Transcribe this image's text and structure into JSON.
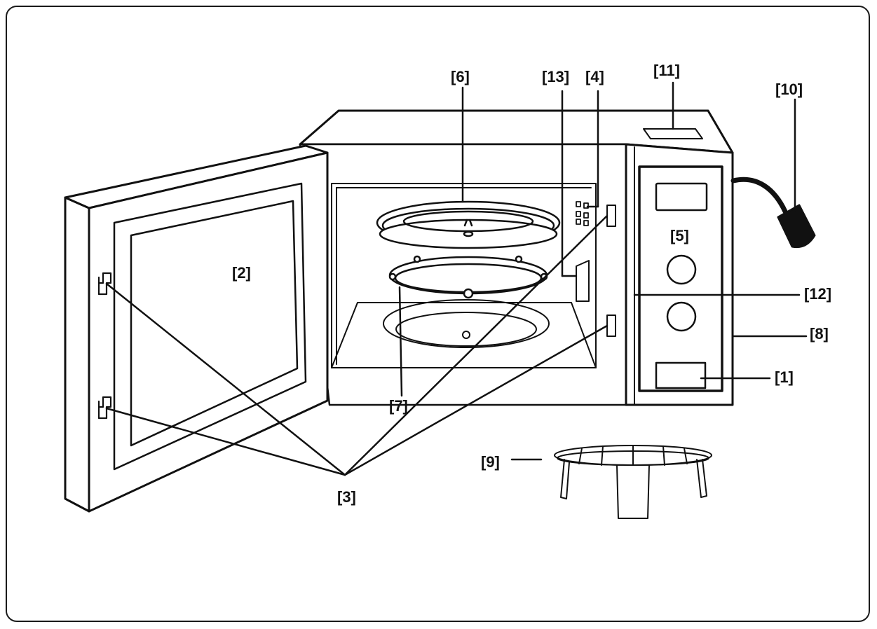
{
  "colors": {
    "ink": "#111111",
    "background": "#ffffff"
  },
  "labels": {
    "control_panel_button": "[1]",
    "door_window": "[2]",
    "door_latches": "[3]",
    "safety_interlock": "[4]",
    "control_panel": "[5]",
    "turntable": "[6]",
    "roller_ring": "[7]",
    "casing": "[8]",
    "grill_rack": "[9]",
    "power_cord": "[10]",
    "vent": "[11]",
    "front_frame": "[12]",
    "waveguide_cover": "[13]"
  }
}
